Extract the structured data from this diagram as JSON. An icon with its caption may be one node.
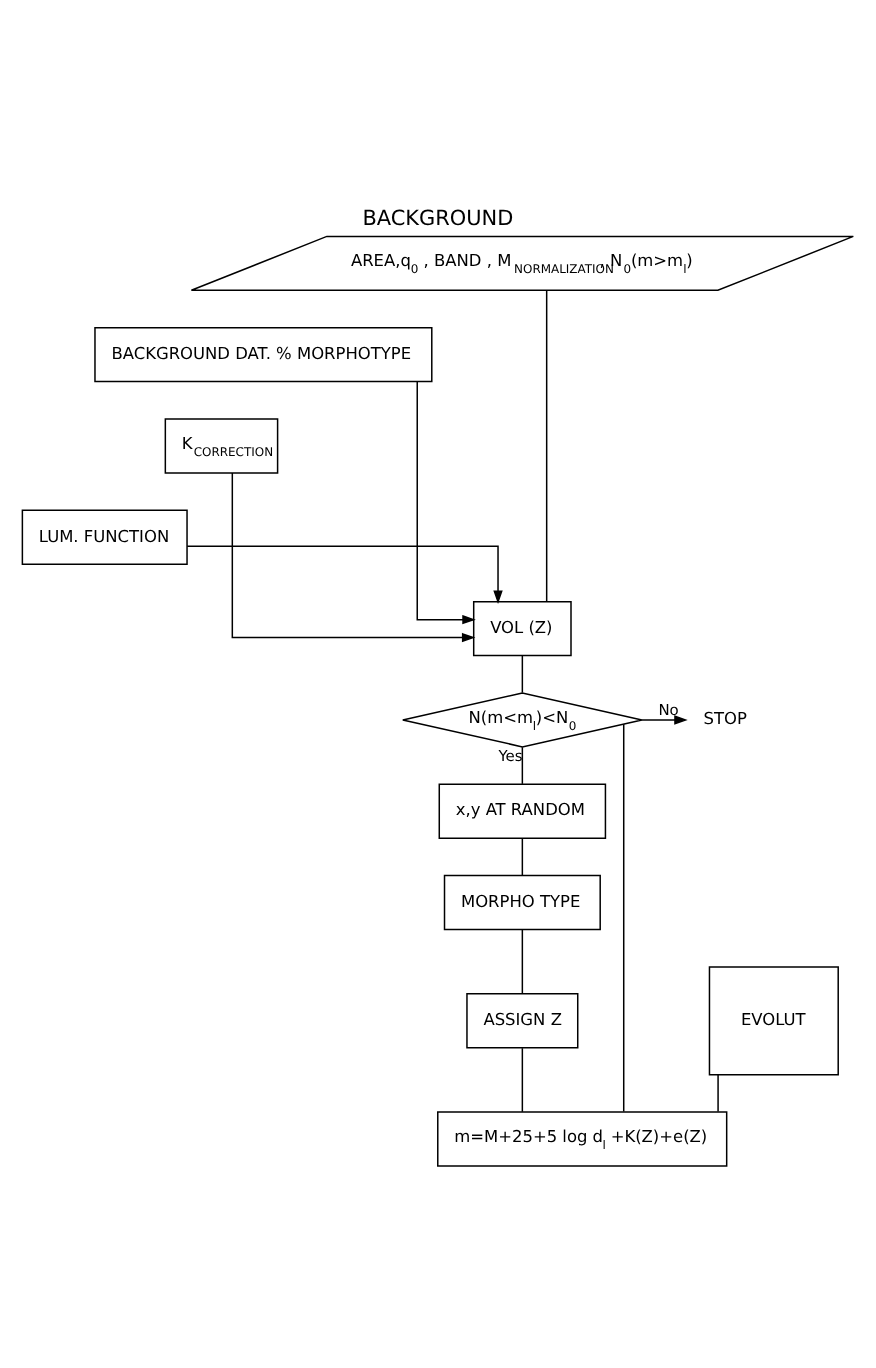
{
  "diagram": {
    "title": "BACKGROUND",
    "nodes": [
      {
        "text": [
          "AREA,q$_{0}$ , BAND , M$_{NORMALIZATION}$, N$_{0}$(m>m$_{l}$)"
        ]
      },
      {
        "text": [
          "BACKGROUND DAT. % MORPHOTYPE"
        ]
      },
      {
        "text": [
          "K$_{CORRECTION}$"
        ]
      },
      {
        "text": [
          "LUM. FUNCTION"
        ]
      },
      {
        "text": [
          "VOL (Z)"
        ]
      },
      {
        "text": [
          "N(m<m$_{l}$)<N$_{0}$"
        ]
      },
      {
        "text": [
          "STOP"
        ]
      },
      {
        "text": [
          "x,y AT RANDOM"
        ]
      },
      {
        "text": [
          "MORPHO TYPE"
        ]
      },
      {
        "text": [
          "ASSIGN Z"
        ]
      },
      {
        "text": [
          "EVOLUT"
        ]
      },
      {
        "text": [
          "m=M+25+5 log d$_{l}$ +K(Z)+e(Z)"
        ]
      }
    ],
    "edges": [
      {
        "from": 0,
        "to": 4,
        "arrow": "none"
      },
      {
        "from": 1,
        "to": 4,
        "arrow": "to"
      },
      {
        "from": 2,
        "to": 4,
        "arrow": "to"
      },
      {
        "from": 3,
        "to": 4,
        "arrow": "to"
      },
      {
        "from": 4,
        "to": 5,
        "arrow": "none"
      },
      {
        "from": 5,
        "to": 6,
        "arrow": "to",
        "label": "No"
      },
      {
        "from": 5,
        "to": 7,
        "arrow": "none",
        "label": "Yes"
      },
      {
        "from": 7,
        "to": 8,
        "arrow": "none"
      },
      {
        "from": 8,
        "to": 9,
        "arrow": "none"
      },
      {
        "from": 9,
        "to": 11,
        "arrow": "none"
      },
      {
        "from": 10,
        "to": 11,
        "arrow": "none"
      },
      {
        "from": 11,
        "to": 5,
        "arrow": "none"
      }
    ]
  }
}
